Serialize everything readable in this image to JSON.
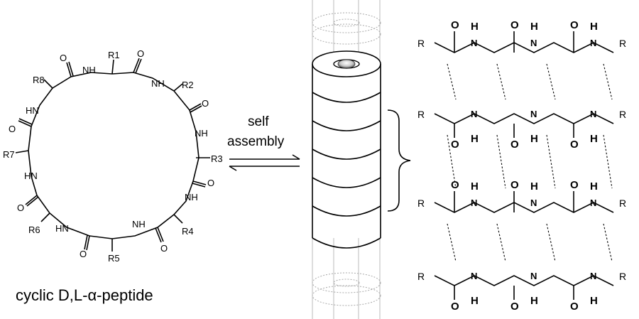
{
  "ring": {
    "atoms": {
      "r1": "R1",
      "r2": "R2",
      "r3": "R3",
      "r4": "R4",
      "r5": "R5",
      "r6": "R6",
      "r7": "R7",
      "r8": "R8",
      "o": "O",
      "nh": "NH",
      "hn": "HN"
    },
    "caption": "cyclic D,L-α-peptide"
  },
  "arrow": {
    "line1": "self",
    "line2": "assembly"
  },
  "sheet": {
    "r": "R",
    "o": "O",
    "n": "N",
    "h": "H"
  }
}
